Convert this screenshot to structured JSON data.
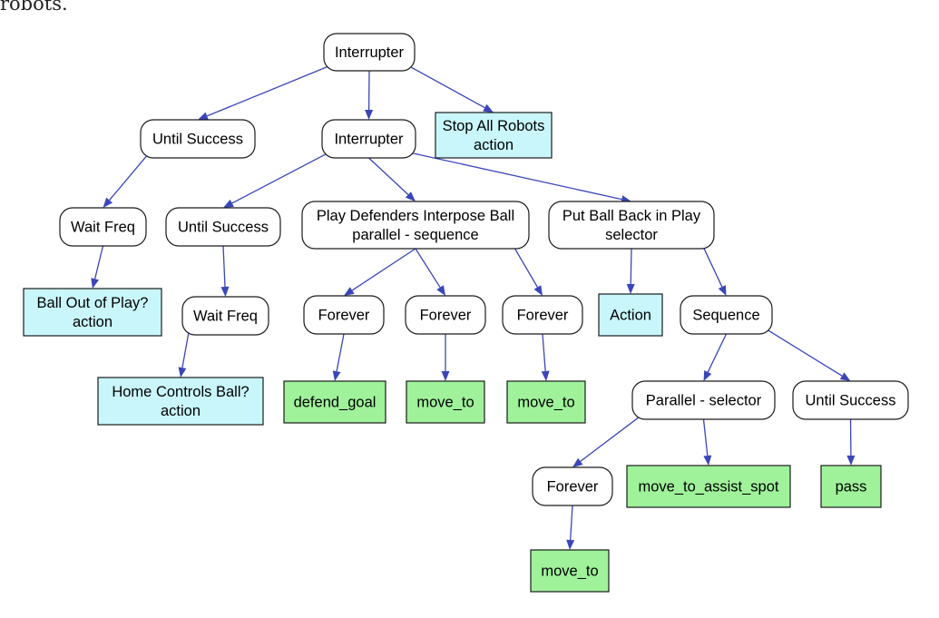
{
  "page_text_top": "robots.",
  "colors": {
    "edge": "#3a46b8",
    "control_fill": "#ffffff",
    "action_fill": "#c9f6fb",
    "leaf_fill": "#9ff29a"
  },
  "nodes": [
    {
      "id": "root",
      "kind": "control",
      "lines": [
        "Interrupter"
      ]
    },
    {
      "id": "until1",
      "kind": "control",
      "lines": [
        "Until Success"
      ]
    },
    {
      "id": "interrupter2",
      "kind": "control",
      "lines": [
        "Interrupter"
      ]
    },
    {
      "id": "stopall",
      "kind": "action",
      "lines": [
        "Stop All Robots",
        "action"
      ]
    },
    {
      "id": "waitfreq1",
      "kind": "control",
      "lines": [
        "Wait Freq"
      ]
    },
    {
      "id": "ballout",
      "kind": "action",
      "lines": [
        "Ball Out of Play?",
        "action"
      ]
    },
    {
      "id": "until2",
      "kind": "control",
      "lines": [
        "Until Success"
      ]
    },
    {
      "id": "playdef",
      "kind": "control",
      "lines": [
        "Play Defenders Interpose Ball",
        "parallel - sequence"
      ]
    },
    {
      "id": "putball",
      "kind": "control",
      "lines": [
        "Put Ball Back in Play",
        "selector"
      ]
    },
    {
      "id": "waitfreq2",
      "kind": "control",
      "lines": [
        "Wait Freq"
      ]
    },
    {
      "id": "homectrl",
      "kind": "action",
      "lines": [
        "Home Controls Ball?",
        "action"
      ]
    },
    {
      "id": "forever1",
      "kind": "control",
      "lines": [
        "Forever"
      ]
    },
    {
      "id": "forever2",
      "kind": "control",
      "lines": [
        "Forever"
      ]
    },
    {
      "id": "forever3",
      "kind": "control",
      "lines": [
        "Forever"
      ]
    },
    {
      "id": "defendgoal",
      "kind": "leaf",
      "lines": [
        "defend_goal"
      ]
    },
    {
      "id": "moveto1",
      "kind": "leaf",
      "lines": [
        "move_to"
      ]
    },
    {
      "id": "moveto2",
      "kind": "leaf",
      "lines": [
        "move_to"
      ]
    },
    {
      "id": "actionbox",
      "kind": "action",
      "lines": [
        "Action"
      ]
    },
    {
      "id": "sequence",
      "kind": "control",
      "lines": [
        "Sequence"
      ]
    },
    {
      "id": "parsel",
      "kind": "control",
      "lines": [
        "Parallel - selector"
      ]
    },
    {
      "id": "until3",
      "kind": "control",
      "lines": [
        "Until Success"
      ]
    },
    {
      "id": "forever4",
      "kind": "control",
      "lines": [
        "Forever"
      ]
    },
    {
      "id": "assist",
      "kind": "leaf",
      "lines": [
        "move_to_assist_spot"
      ]
    },
    {
      "id": "pass",
      "kind": "leaf",
      "lines": [
        "pass"
      ]
    },
    {
      "id": "moveto3",
      "kind": "leaf",
      "lines": [
        "move_to"
      ]
    }
  ],
  "edges": [
    [
      "root",
      "until1"
    ],
    [
      "root",
      "interrupter2"
    ],
    [
      "root",
      "stopall"
    ],
    [
      "until1",
      "waitfreq1"
    ],
    [
      "waitfreq1",
      "ballout"
    ],
    [
      "interrupter2",
      "until2"
    ],
    [
      "interrupter2",
      "playdef"
    ],
    [
      "interrupter2",
      "putball"
    ],
    [
      "until2",
      "waitfreq2"
    ],
    [
      "waitfreq2",
      "homectrl"
    ],
    [
      "playdef",
      "forever1"
    ],
    [
      "playdef",
      "forever2"
    ],
    [
      "playdef",
      "forever3"
    ],
    [
      "forever1",
      "defendgoal"
    ],
    [
      "forever2",
      "moveto1"
    ],
    [
      "forever3",
      "moveto2"
    ],
    [
      "putball",
      "actionbox"
    ],
    [
      "putball",
      "sequence"
    ],
    [
      "sequence",
      "parsel"
    ],
    [
      "sequence",
      "until3"
    ],
    [
      "parsel",
      "forever4"
    ],
    [
      "parsel",
      "assist"
    ],
    [
      "until3",
      "pass"
    ],
    [
      "forever4",
      "moveto3"
    ]
  ]
}
